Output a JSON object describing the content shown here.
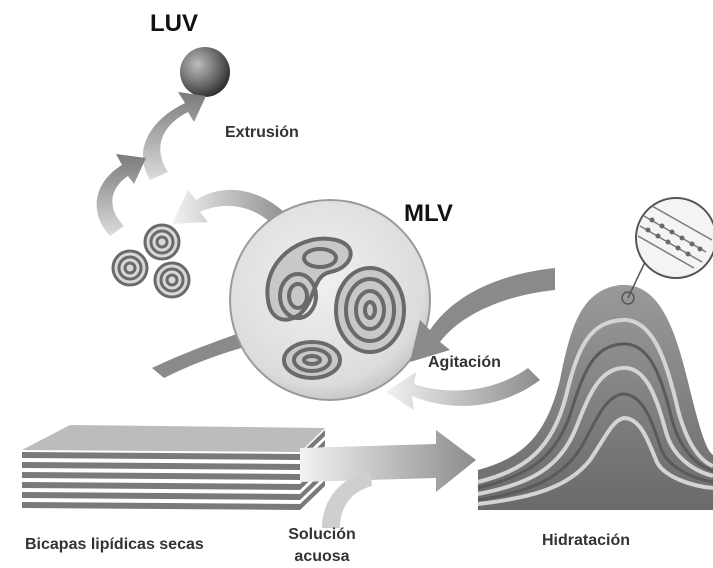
{
  "labels": {
    "luv": "LUV",
    "mlv": "MLV",
    "extrusion": "Extrusión",
    "agitation": "Agitación",
    "dry_bilayers": "Bicapas lipídicas secas",
    "aqueous_solution_line1": "Solución",
    "aqueous_solution_line2": "acuosa",
    "hydration": "Hidratación"
  },
  "colors": {
    "background": "#ffffff",
    "shape_dark": "#555555",
    "shape_mid": "#8a8a8a",
    "shape_light": "#d0d0d0",
    "text": "#333333"
  }
}
